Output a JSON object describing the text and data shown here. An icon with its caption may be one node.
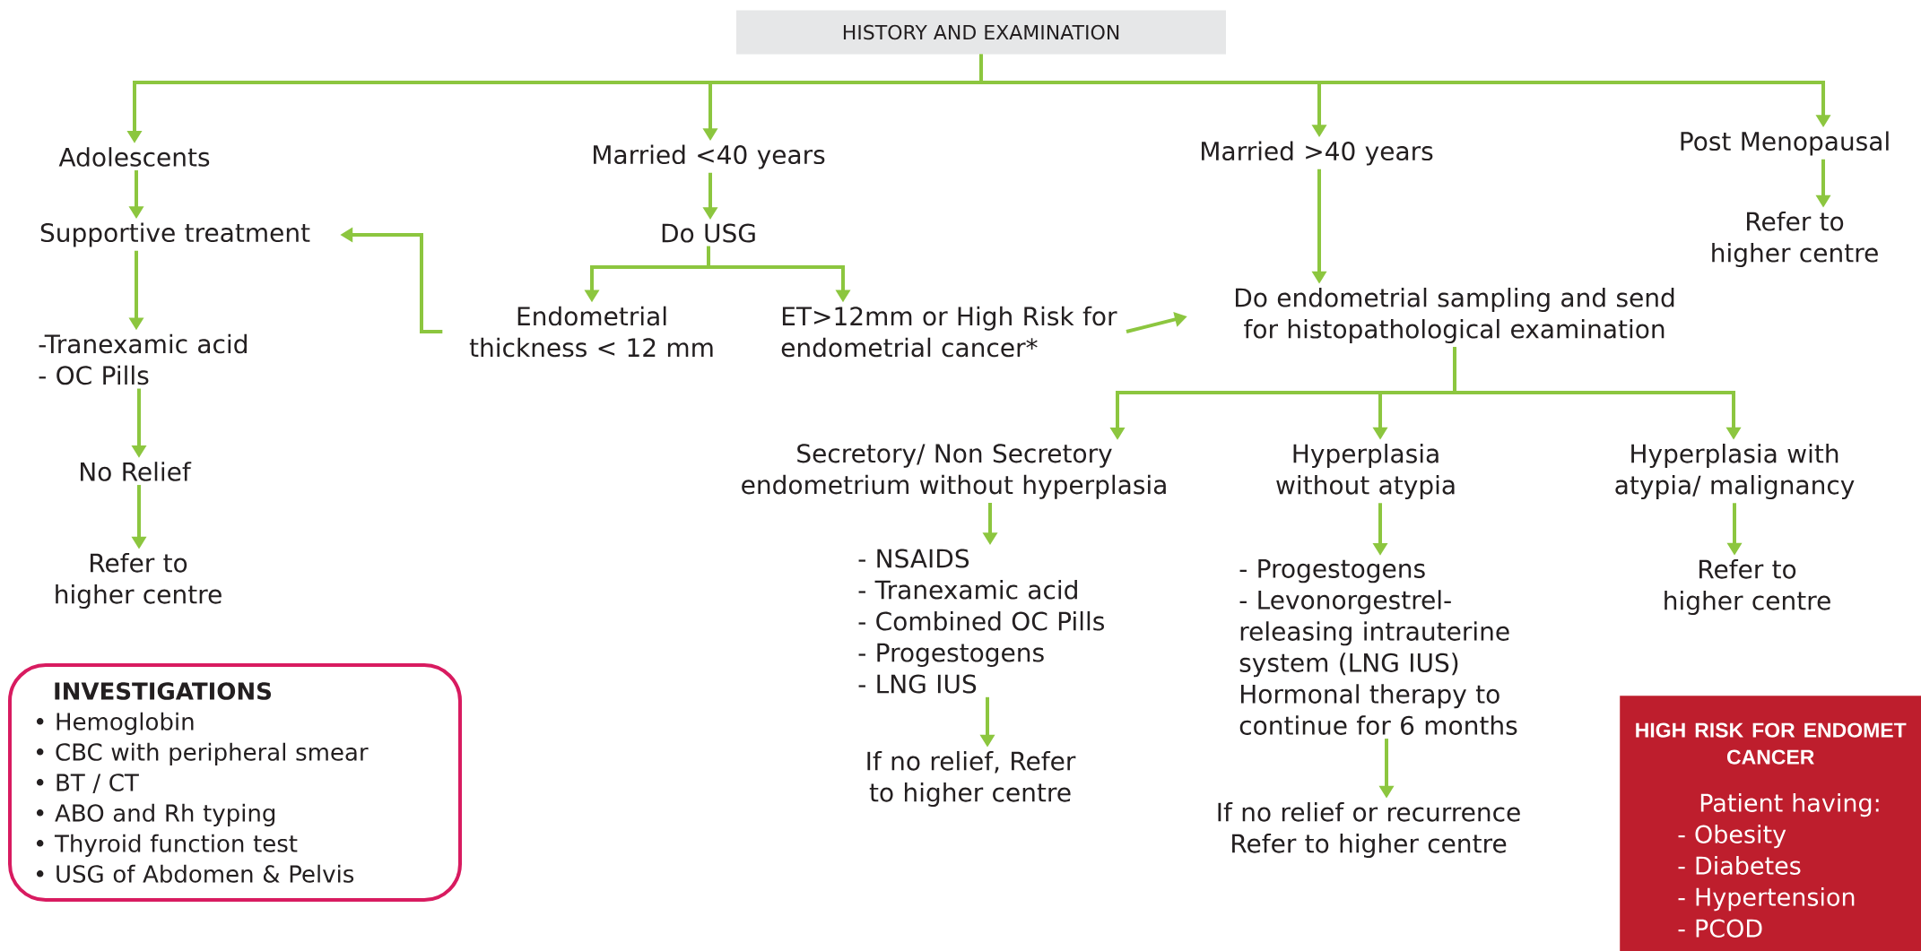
{
  "diagram": {
    "nodes": [
      {
        "text": [
          "HISTORY AND EXAMINATION"
        ]
      },
      {
        "text": [
          "Adolescents"
        ]
      },
      {
        "text": [
          "Married <40 years"
        ]
      },
      {
        "text": [
          "Married >40 years"
        ]
      },
      {
        "text": [
          "Post Menopausal"
        ]
      },
      {
        "text": [
          "Supportive treatment"
        ]
      },
      {
        "text": [
          "Do USG"
        ]
      },
      {
        "text": [
          "Refer to higher centre"
        ]
      },
      {
        "text": [
          "-Tranexamic acid",
          "- OC Pills"
        ]
      },
      {
        "text": [
          "Endometrial thickness < 12 mm"
        ]
      },
      {
        "text": [
          "ET>12mm or High Risk for endometrial cancer*"
        ]
      },
      {
        "text": [
          "Do endometrial sampling and send for histopathological examination"
        ]
      },
      {
        "text": [
          "No Relief"
        ]
      },
      {
        "text": [
          "Secretory/ Non Secretory endometrium without hyperplasia"
        ]
      },
      {
        "text": [
          "Hyperplasia without atypia"
        ]
      },
      {
        "text": [
          "Hyperplasia with atypia/ malignancy"
        ]
      },
      {
        "text": [
          "Refer to higher centre"
        ]
      },
      {
        "text": [
          "- NSAIDS",
          "- Tranexamic acid",
          "- Combined OC Pills",
          "- Progestogens",
          "- LNG IUS"
        ]
      },
      {
        "text": [
          "- Progestogens",
          "- Levonorgestrel-releasing intrauterine system (LNG IUS)",
          "Hormonal therapy to continue for 6 months"
        ]
      },
      {
        "text": [
          "Refer to higher centre"
        ]
      },
      {
        "text": [
          "If no relief, Refer to higher centre"
        ]
      },
      {
        "text": [
          "If no relief or recurrence Refer to higher centre"
        ]
      },
      {
        "text": [
          "INVESTIGATIONS",
          "• Hemoglobin",
          "• CBC with peripheral smear",
          "• BT / CT",
          "• ABO and Rh typing",
          "• Thyroid function test",
          "• USG of Abdomen & Pelvis"
        ]
      },
      {
        "text": [
          "HIGH RISK FOR ENDOMET CANCER",
          "Patient having:",
          "- Obesity",
          "- Diabetes",
          "- Hypertension",
          "- PCOD"
        ]
      }
    ],
    "edges": [
      {
        "from": 0,
        "to": 1,
        "arrow": "to"
      },
      {
        "from": 0,
        "to": 2,
        "arrow": "to"
      },
      {
        "from": 0,
        "to": 3,
        "arrow": "to"
      },
      {
        "from": 0,
        "to": 4,
        "arrow": "to"
      },
      {
        "from": 1,
        "to": 5,
        "arrow": "to"
      },
      {
        "from": 2,
        "to": 6,
        "arrow": "to"
      },
      {
        "from": 4,
        "to": 7,
        "arrow": "to"
      },
      {
        "from": 3,
        "to": 11,
        "arrow": "to"
      },
      {
        "from": 5,
        "to": 8,
        "arrow": "to"
      },
      {
        "from": 6,
        "to": 9,
        "arrow": "to"
      },
      {
        "from": 6,
        "to": 10,
        "arrow": "to"
      },
      {
        "from": 9,
        "to": 5,
        "arrow": "to"
      },
      {
        "from": 10,
        "to": 11,
        "arrow": "to"
      },
      {
        "from": 8,
        "to": 12,
        "arrow": "to"
      },
      {
        "from": 11,
        "to": 13,
        "arrow": "to"
      },
      {
        "from": 11,
        "to": 14,
        "arrow": "to"
      },
      {
        "from": 11,
        "to": 15,
        "arrow": "to"
      },
      {
        "from": 12,
        "to": 16,
        "arrow": "to"
      },
      {
        "from": 13,
        "to": 17,
        "arrow": "to"
      },
      {
        "from": 14,
        "to": 18,
        "arrow": "to"
      },
      {
        "from": 15,
        "to": 19,
        "arrow": "to"
      },
      {
        "from": 17,
        "to": 20,
        "arrow": "to"
      },
      {
        "from": 18,
        "to": 21,
        "arrow": "to"
      }
    ]
  }
}
